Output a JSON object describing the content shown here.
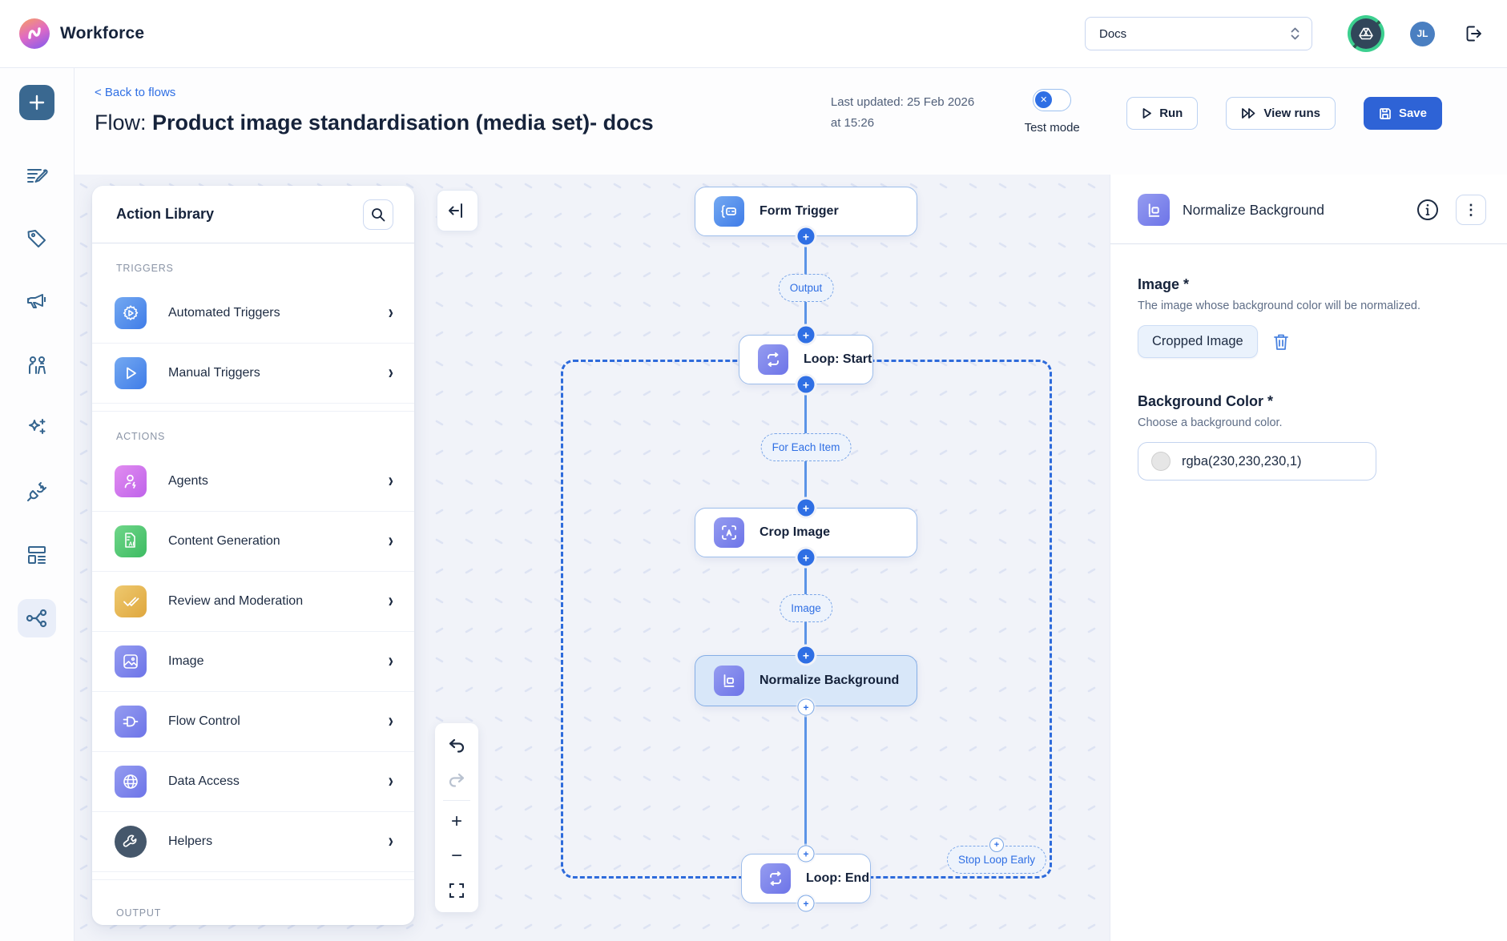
{
  "topbar": {
    "brand": "Workforce",
    "workspace_select": "Docs",
    "avatar_initials": "JL"
  },
  "subheader": {
    "back_link": "< Back to flows",
    "flow_prefix": "Flow: ",
    "flow_title": "Product image standardisation (media set)- docs",
    "last_updated_line1": "Last updated: 25 Feb 2026",
    "last_updated_line2": "at 15:26",
    "test_mode_label": "Test mode",
    "run_label": "Run",
    "view_runs_label": "View runs",
    "save_label": "Save"
  },
  "action_library": {
    "title": "Action Library",
    "sections": [
      {
        "label": "TRIGGERS",
        "items": [
          {
            "label": "Automated Triggers",
            "icon": "automated-triggers-icon"
          },
          {
            "label": "Manual Triggers",
            "icon": "manual-triggers-icon"
          }
        ]
      },
      {
        "label": "ACTIONS",
        "items": [
          {
            "label": "Agents",
            "icon": "agents-icon"
          },
          {
            "label": "Content Generation",
            "icon": "content-generation-icon"
          },
          {
            "label": "Review and Moderation",
            "icon": "review-moderation-icon"
          },
          {
            "label": "Image",
            "icon": "image-icon"
          },
          {
            "label": "Flow Control",
            "icon": "flow-control-icon"
          },
          {
            "label": "Data Access",
            "icon": "data-access-icon"
          },
          {
            "label": "Helpers",
            "icon": "helpers-icon"
          }
        ]
      },
      {
        "label": "OUTPUT",
        "items": []
      }
    ]
  },
  "canvas": {
    "nodes": [
      {
        "label": "Form Trigger"
      },
      {
        "label": "Loop: Start"
      },
      {
        "label": "Crop Image"
      },
      {
        "label": "Normalize Background"
      },
      {
        "label": "Loop: End"
      }
    ],
    "pills": [
      {
        "label": "Output"
      },
      {
        "label": "For Each Item"
      },
      {
        "label": "Image"
      },
      {
        "label": "Stop Loop Early"
      }
    ]
  },
  "inspector": {
    "title": "Normalize Background",
    "fields": [
      {
        "label": "Image *",
        "description": "The image whose background color will be normalized.",
        "chip": "Cropped Image"
      },
      {
        "label": "Background Color *",
        "description": "Choose a background color.",
        "value": "rgba(230,230,230,1)",
        "swatch_color": "#e6e6e6"
      }
    ]
  },
  "colors": {
    "accent_blue": "#2f6fe4",
    "save_blue": "#2e63d6",
    "loop_dash": "#2e6bdb",
    "canvas_bg": "#f1f3f9",
    "selected_node_bg": "#d8e7f9"
  }
}
